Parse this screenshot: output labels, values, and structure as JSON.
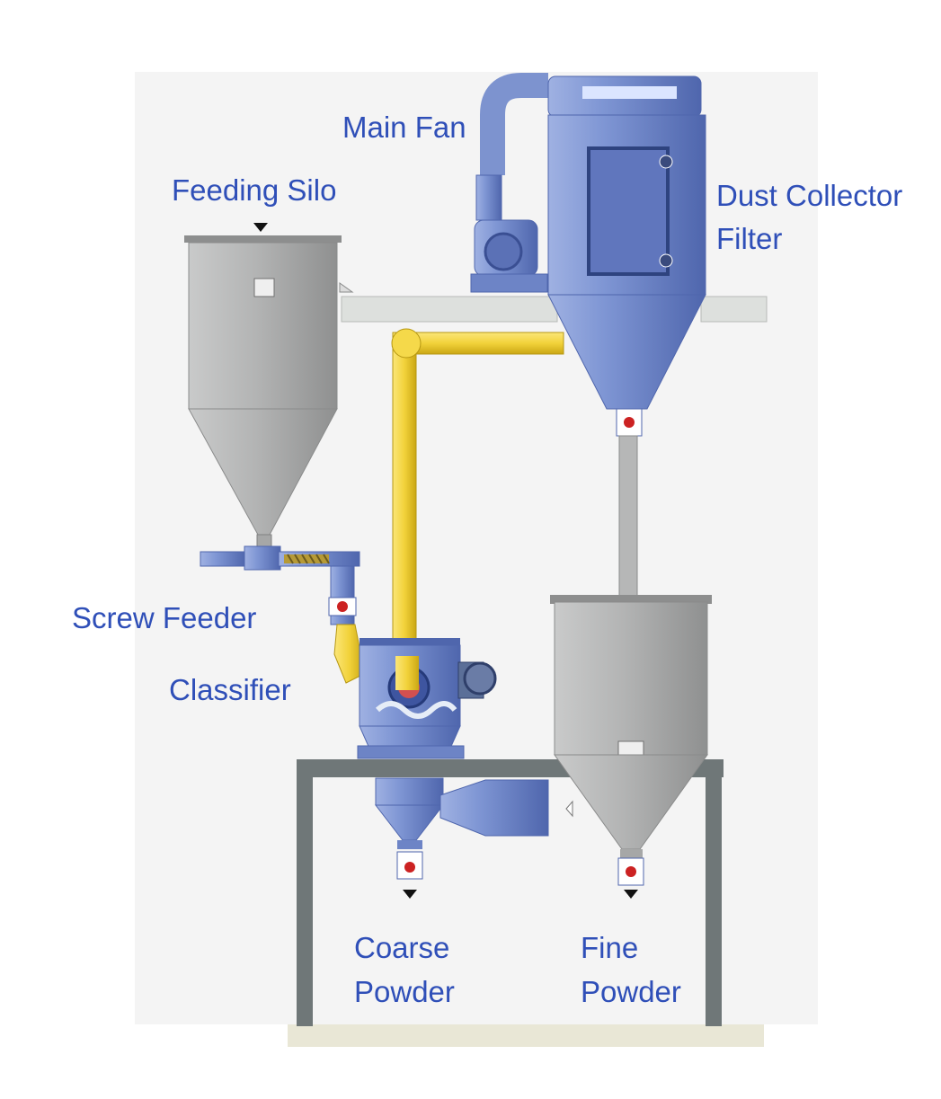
{
  "labels": {
    "main_fan": "Main Fan",
    "feeding_silo": "Feeding Silo",
    "dust_collector_line1": "Dust Collector",
    "dust_collector_line2": "Filter",
    "screw_feeder": "Screw Feeder",
    "classifier": "Classifier",
    "coarse_line1": "Coarse",
    "coarse_line2": "Powder",
    "fine_line1": "Fine",
    "fine_line2": "Powder"
  },
  "colors": {
    "label": "#2f4fb8",
    "silo_grey": "#a7a8a8",
    "blue_equipment": "#7d93cf",
    "yellow_duct": "#f2d23a",
    "frame": "#6f7778",
    "floor": "#e9e7d6"
  }
}
